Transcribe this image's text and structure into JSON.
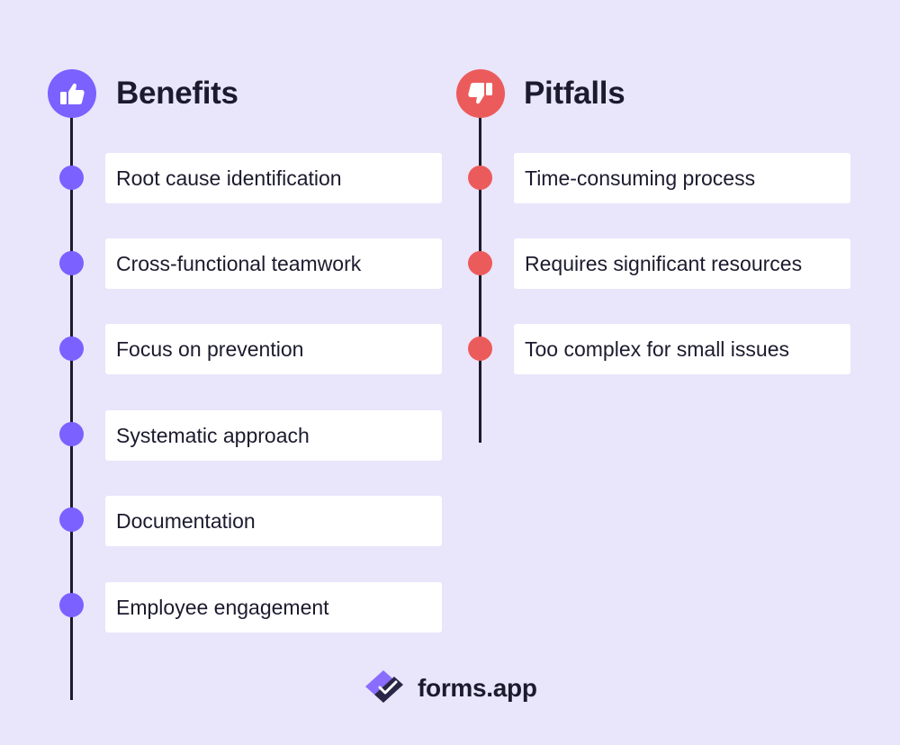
{
  "colors": {
    "background": "#e9e5fb",
    "benefits_accent": "#7b61ff",
    "pitfalls_accent": "#ec5b5b",
    "line": "#1c1b2e",
    "card": "#ffffff"
  },
  "benefits": {
    "title": "Benefits",
    "icon": "thumbs-up-icon",
    "items": [
      {
        "label": "Root cause identification"
      },
      {
        "label": "Cross-functional teamwork"
      },
      {
        "label": "Focus on prevention"
      },
      {
        "label": "Systematic approach"
      },
      {
        "label": "Documentation"
      },
      {
        "label": "Employee engagement"
      }
    ]
  },
  "pitfalls": {
    "title": "Pitfalls",
    "icon": "thumbs-down-icon",
    "items": [
      {
        "label": "Time-consuming process"
      },
      {
        "label": "Requires significant resources"
      },
      {
        "label": "Too complex for small issues"
      }
    ]
  },
  "brand": {
    "name": "forms.app",
    "icon": "forms-app-logo-icon"
  }
}
